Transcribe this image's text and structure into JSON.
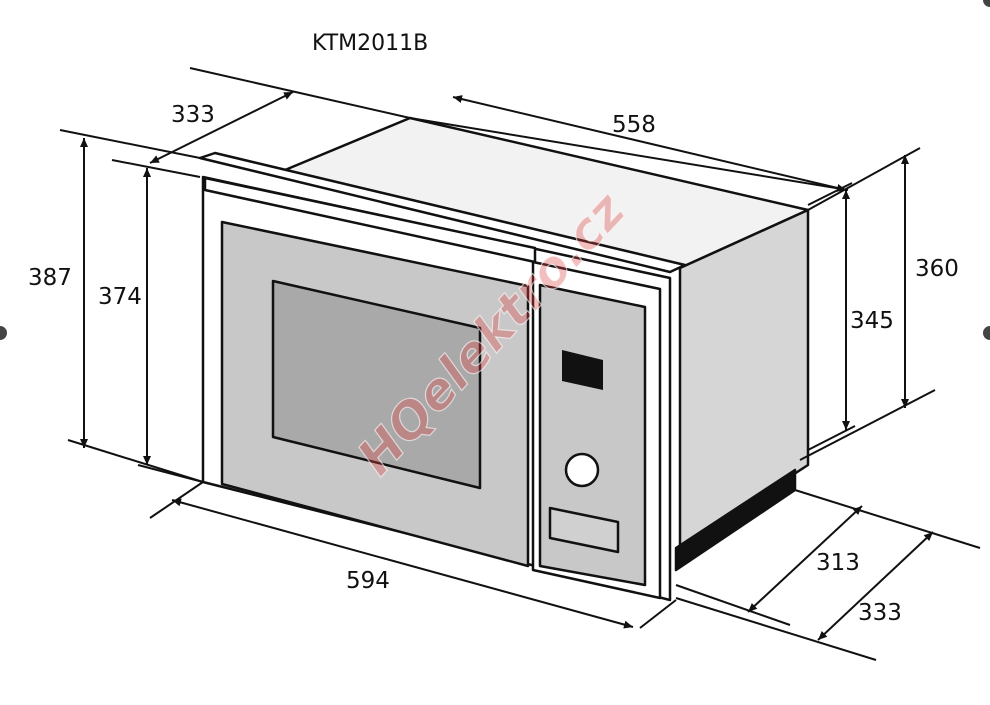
{
  "title": "KTM2011B",
  "dimensions": {
    "depth_top_left": "333",
    "width_top": "558",
    "height_outer_left": "387",
    "height_inner_left": "374",
    "height_outer_right": "360",
    "height_inner_right": "345",
    "width_bottom": "594",
    "depth_bottom_inner": "313",
    "depth_bottom_outer": "333"
  },
  "watermark": "HQelektro.cz",
  "colors": {
    "panel_gray": "#c8c8c8",
    "glass_gray": "#a9a9a9",
    "side_gray": "#d6d6d6",
    "top_gray": "#f2f2f2",
    "display_black": "#111111"
  }
}
